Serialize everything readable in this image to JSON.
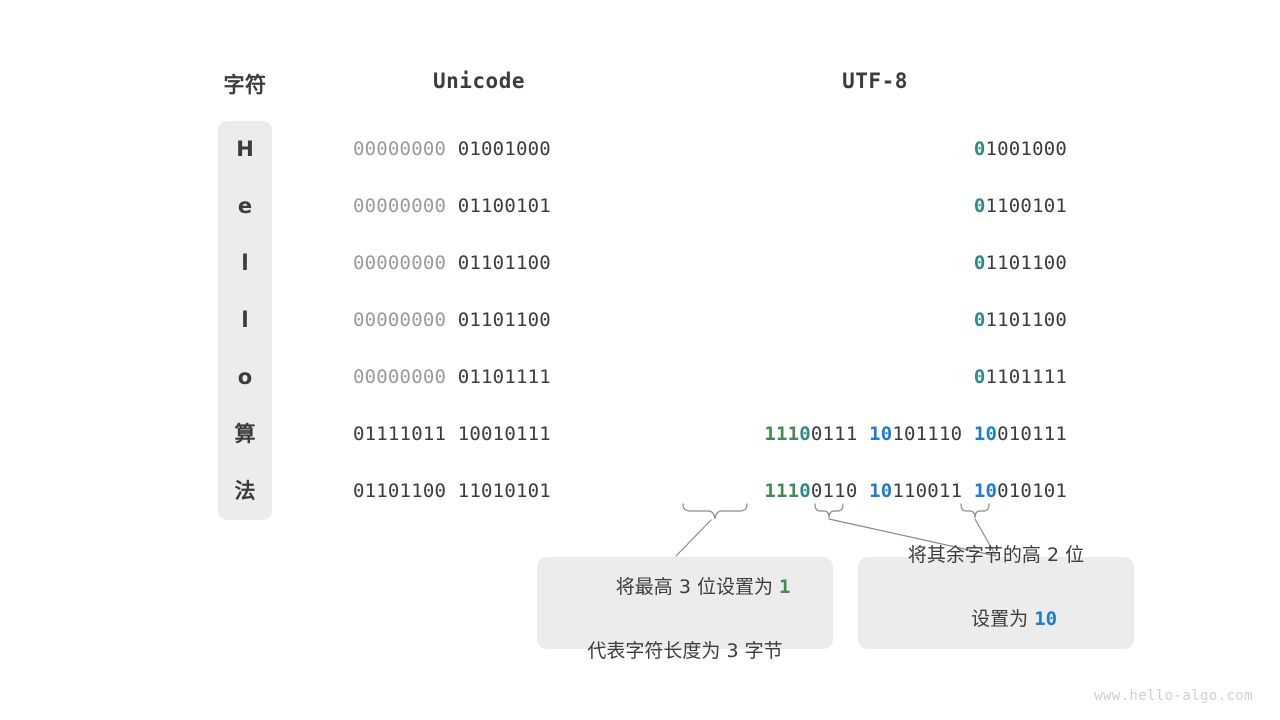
{
  "figure": {
    "watermark": "www.hello-algo.com"
  },
  "headers": {
    "char": "字符",
    "unicode": "Unicode",
    "utf8": "UTF-8"
  },
  "colors": {
    "pale_gray": "#9b9b9b",
    "dark_gray": "#3c3c3c",
    "green": "#3f8c4f",
    "teal": "#2e8b84",
    "blue": "#1a7fd4",
    "panel_bg": "#ececec",
    "page_bg": "#ffffff"
  },
  "rows": [
    {
      "char": "H",
      "unicode_hi": "00000000",
      "unicode_lo": "01001000",
      "utf8_bytes": [
        {
          "prefix": "0",
          "prefix_color": "teal",
          "rest": "1001000"
        }
      ]
    },
    {
      "char": "e",
      "unicode_hi": "00000000",
      "unicode_lo": "01100101",
      "utf8_bytes": [
        {
          "prefix": "0",
          "prefix_color": "teal",
          "rest": "1100101"
        }
      ]
    },
    {
      "char": "l",
      "unicode_hi": "00000000",
      "unicode_lo": "01101100",
      "utf8_bytes": [
        {
          "prefix": "0",
          "prefix_color": "teal",
          "rest": "1101100"
        }
      ]
    },
    {
      "char": "l",
      "unicode_hi": "00000000",
      "unicode_lo": "01101100",
      "utf8_bytes": [
        {
          "prefix": "0",
          "prefix_color": "teal",
          "rest": "1101100"
        }
      ]
    },
    {
      "char": "o",
      "unicode_hi": "00000000",
      "unicode_lo": "01101111",
      "utf8_bytes": [
        {
          "prefix": "0",
          "prefix_color": "teal",
          "rest": "1101111"
        }
      ]
    },
    {
      "char": "算",
      "unicode_hi": "01111011",
      "unicode_lo": "10010111",
      "utf8_bytes": [
        {
          "prefix": "111",
          "prefix_color": "green",
          "prefix2": "0",
          "prefix2_color": "teal",
          "rest": "0111"
        },
        {
          "prefix": "10",
          "prefix_color": "blue",
          "rest": "101110"
        },
        {
          "prefix": "10",
          "prefix_color": "blue",
          "rest": "010111"
        }
      ]
    },
    {
      "char": "法",
      "unicode_hi": "01101100",
      "unicode_lo": "11010101",
      "utf8_bytes": [
        {
          "prefix": "111",
          "prefix_color": "green",
          "prefix2": "0",
          "prefix2_color": "teal",
          "rest": "0110"
        },
        {
          "prefix": "10",
          "prefix_color": "blue",
          "rest": "110011"
        },
        {
          "prefix": "10",
          "prefix_color": "blue",
          "rest": "010101"
        }
      ]
    }
  ],
  "callouts": [
    {
      "id": "leading-bits-note",
      "line1_pre": "将最高 3 位设置为 ",
      "line1_hi": "1",
      "line1_post": "",
      "line2": "代表字符长度为 3 字节"
    },
    {
      "id": "continuation-bits-note",
      "line1_pre": "将其余字节的高 2 位",
      "line1_hi": "",
      "line1_post": "",
      "line2_pre": "设置为 ",
      "line2_hi": "10",
      "line2_post": ""
    }
  ]
}
